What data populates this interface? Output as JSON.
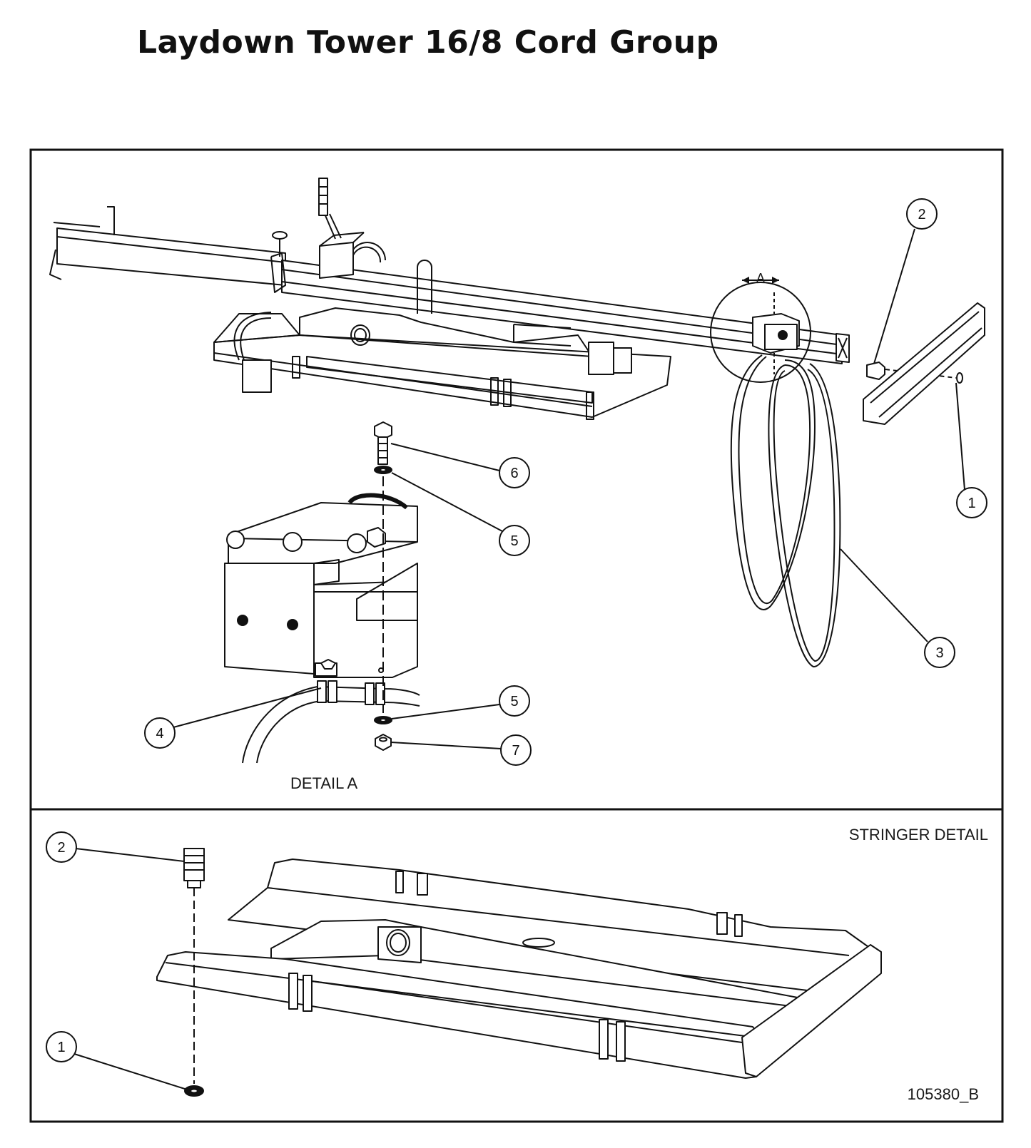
{
  "title": "Laydown Tower 16/8 Cord Group",
  "main_view": {
    "view_marker": "A",
    "detail_label": "DETAIL A"
  },
  "stringer_view": {
    "detail_label": "STRINGER DETAIL",
    "drawing_number": "105380_B"
  },
  "callouts": {
    "main_1": "1",
    "main_2": "2",
    "main_3": "3",
    "detail_4": "4",
    "detail_5_top": "5",
    "detail_5_bottom": "5",
    "detail_6": "6",
    "detail_7": "7",
    "stringer_1": "1",
    "stringer_2": "2"
  },
  "colors": {
    "line": "#111111",
    "background": "#ffffff"
  }
}
